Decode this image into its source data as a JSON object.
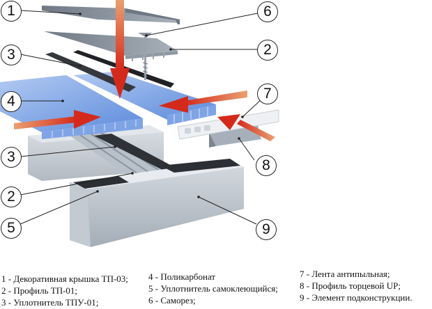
{
  "diagram": {
    "title_hidden": "",
    "callouts": [
      {
        "id": "1",
        "label": "1"
      },
      {
        "id": "6",
        "label": "6"
      },
      {
        "id": "2a",
        "label": "2"
      },
      {
        "id": "3a",
        "label": "3"
      },
      {
        "id": "4",
        "label": "4"
      },
      {
        "id": "7",
        "label": "7"
      },
      {
        "id": "3b",
        "label": "3"
      },
      {
        "id": "8",
        "label": "8"
      },
      {
        "id": "2b",
        "label": "2"
      },
      {
        "id": "5",
        "label": "5"
      },
      {
        "id": "9",
        "label": "9"
      }
    ],
    "colors": {
      "polycarbonate": "#5b8fe0",
      "arrow": "#d9301f",
      "arrow_tail": "#e8955a",
      "metal": "#9aa3ad",
      "seal": "#2f3236"
    }
  },
  "legend": {
    "col1": [
      "1 - Декоративная крышка ТП-03;",
      "2 - Профиль ТП-01;",
      "3 - Уплотнитель ТПУ-01;"
    ],
    "col2": [
      "4 - Поликарбонат",
      "5 - Уплотнитель самоклеющийся;",
      "6 - Саморез;"
    ],
    "col3": [
      "7 - Лента антипыльная;",
      "8 - Профиль торцевой UP;",
      "9 - Элемент подконструкции."
    ]
  }
}
